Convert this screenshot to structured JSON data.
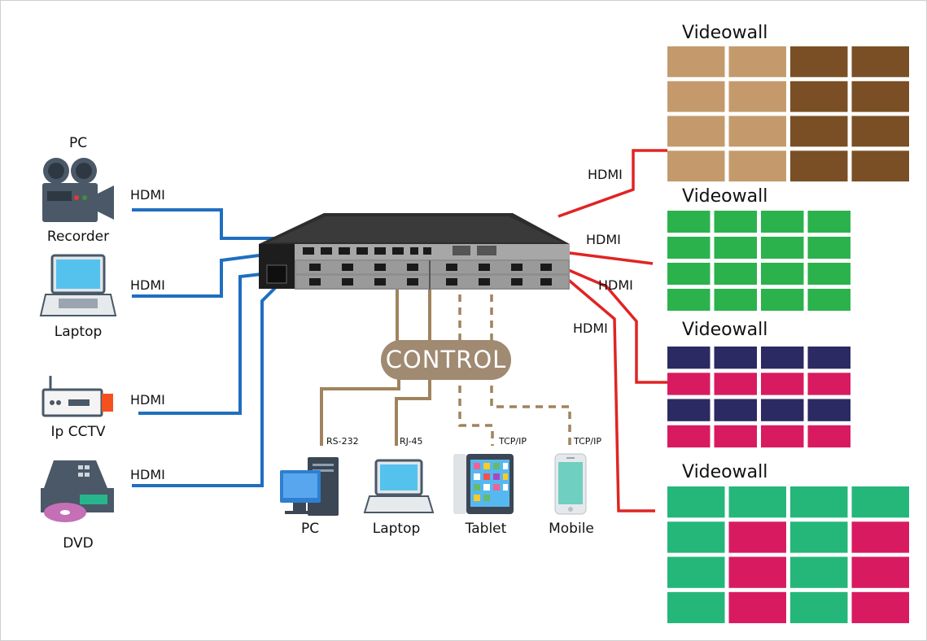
{
  "sources": {
    "pc_label": "PC",
    "recorder_label": "Recorder",
    "laptop_label": "Laptop",
    "cctv_label": "Ip CCTV",
    "dvd_label": "DVD"
  },
  "links": {
    "hdmi_in_1": "HDMI",
    "hdmi_in_2": "HDMI",
    "hdmi_in_3": "HDMI",
    "hdmi_in_4": "HDMI",
    "hdmi_out_1": "HDMI",
    "hdmi_out_2": "HDMI",
    "hdmi_out_3": "HDMI",
    "hdmi_out_4": "HDMI"
  },
  "control": {
    "label": "CONTROL",
    "rs232": "RS-232",
    "rj45": "RJ-45",
    "tcpip_1": "TCP/IP",
    "tcpip_2": "TCP/IP"
  },
  "clients": {
    "pc": "PC",
    "laptop": "Laptop",
    "tablet": "Tablet",
    "mobile": "Mobile"
  },
  "videowalls": [
    {
      "label": "Videowall",
      "colors": [
        "#c49a6c",
        "#7a4f25"
      ]
    },
    {
      "label": "Videowall",
      "colors": [
        "#2bb24c"
      ]
    },
    {
      "label": "Videowall",
      "colors": [
        "#2b2a63",
        "#d81b60"
      ]
    },
    {
      "label": "Videowall",
      "colors": [
        "#25b67a",
        "#d81b60"
      ]
    }
  ],
  "colors": {
    "input_cable": "#1f6fbf",
    "output_cable": "#e02424",
    "control_cable": "#a0835d",
    "control_box": "#a08a72"
  }
}
